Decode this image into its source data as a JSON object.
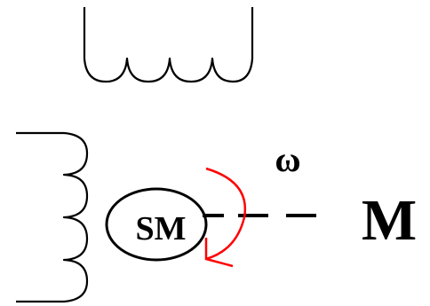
{
  "labels": {
    "rotor": "SM",
    "omega": "ω",
    "load": "M"
  },
  "colors": {
    "stroke": "#000000",
    "rotation_arrow": "#ff0000",
    "background": "#ffffff"
  }
}
